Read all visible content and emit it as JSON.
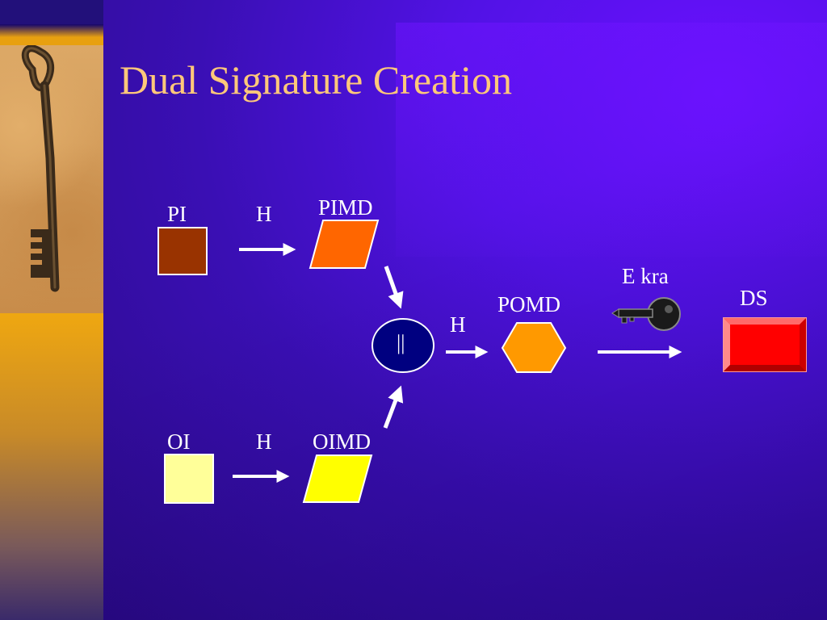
{
  "slide": {
    "title": "Dual Signature Creation"
  },
  "diagram": {
    "pi_label": "PI",
    "pi_hash_label": "H",
    "pimd_label": "PIMD",
    "oi_label": "OI",
    "oi_hash_label": "H",
    "oimd_label": "OIMD",
    "concat_symbol": "||",
    "pomd_hash_label": "H",
    "pomd_label": "POMD",
    "encrypt_label": "E kra",
    "ds_label": "DS"
  },
  "colors": {
    "title": "#ffc87a",
    "pi_box": "#993300",
    "pimd": "#ff6600",
    "oi_box": "#ffff99",
    "oimd": "#ffff00",
    "concat_circle": "#000080",
    "pomd": "#ff9900",
    "ds_box": "#ff0000",
    "arrows": "#ffffff"
  },
  "icons": {
    "decorative": "antique-key-photo",
    "encryption": "key-icon"
  }
}
